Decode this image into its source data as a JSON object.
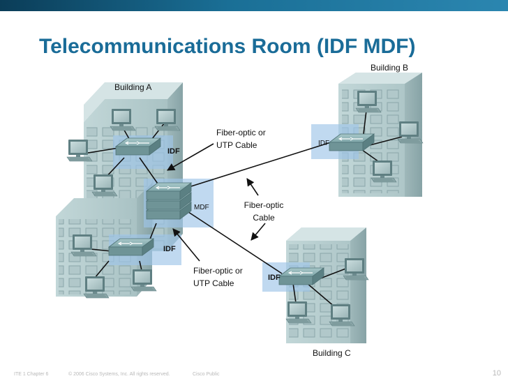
{
  "header": {
    "title": "Telecommunications Room (IDF MDF)"
  },
  "buildings": {
    "a": "Building A",
    "b": "Building B",
    "c": "Building C"
  },
  "closets": {
    "idf_a_upper": "IDF",
    "idf_a_lower": "IDF",
    "mdf": "MDF",
    "idf_b": "IDF",
    "idf_c": "IDF"
  },
  "callouts": {
    "upper_line1": "Fiber-optic or",
    "upper_line2": "UTP Cable",
    "middle_line1": "Fiber-optic",
    "middle_line2": "Cable",
    "lower_line1": "Fiber-optic or",
    "lower_line2": "UTP Cable"
  },
  "footer": {
    "course": "ITE 1 Chapter 6",
    "copyright": "© 2006 Cisco Systems, Inc. All rights reserved.",
    "classification": "Cisco Public",
    "page": "10"
  }
}
